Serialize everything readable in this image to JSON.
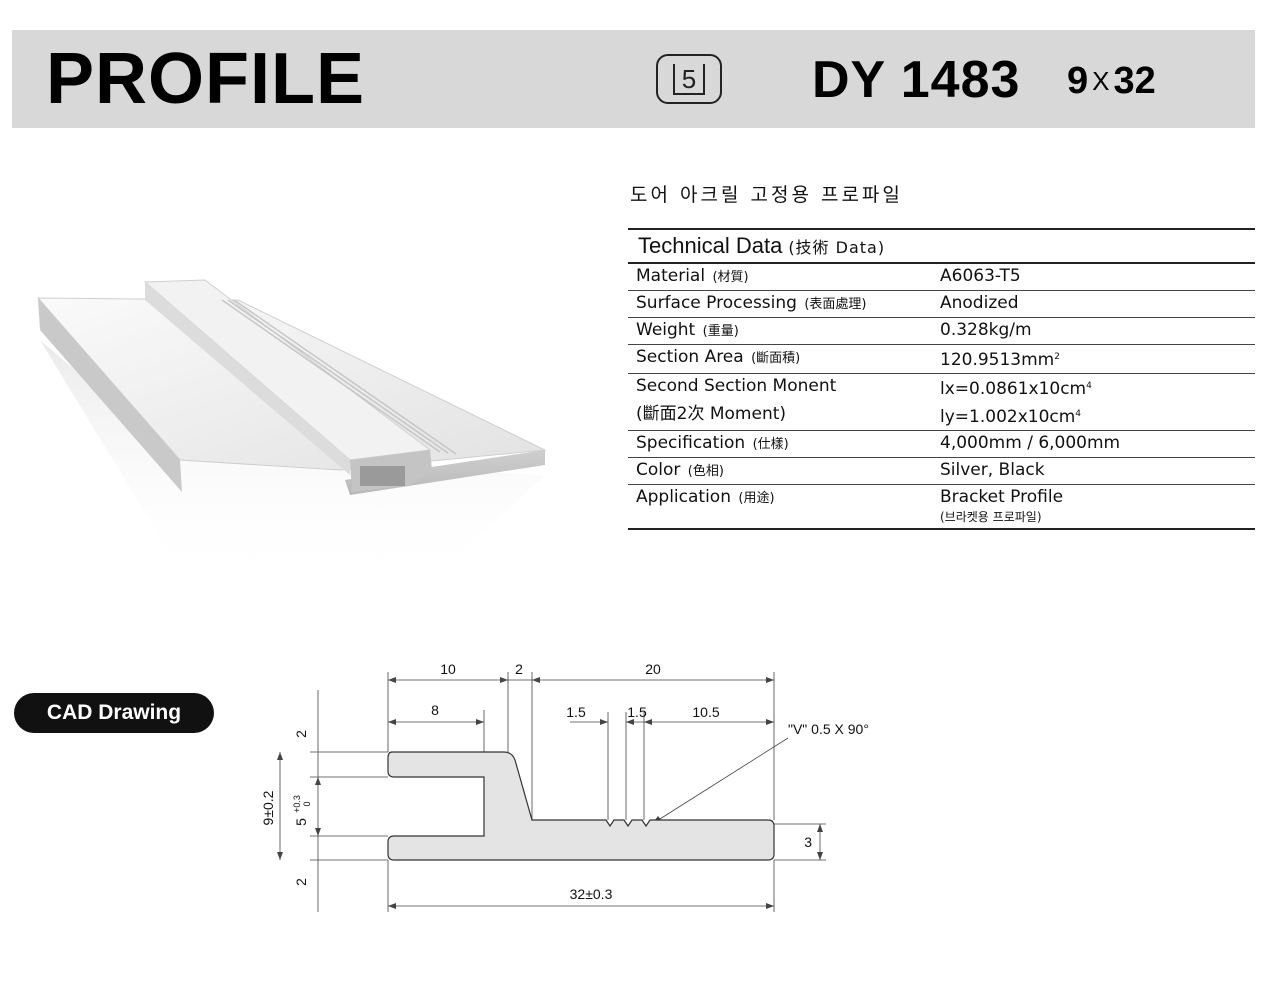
{
  "header": {
    "title": "PROFILE",
    "model": "DY 1483",
    "size_a": "9",
    "size_x": "X",
    "size_b": "32",
    "symbol_digit": "5"
  },
  "subtitle": "도어 아크릴 고정용 프로파일",
  "tech": {
    "heading": "Technical Data",
    "heading_sub": "(技術  Data)",
    "rows": [
      {
        "k": "Material",
        "kc": "(材質)",
        "v": "A6063-T5"
      },
      {
        "k": "Surface Processing",
        "kc": "(表面處理)",
        "v": "Anodized"
      },
      {
        "k": "Weight",
        "kc": "(重量)",
        "v": "0.328kg/m"
      },
      {
        "k": "Section Area",
        "kc": "(斷面積)",
        "v": "120.9513mm",
        "sup": "2"
      },
      {
        "k": "Second Section Monent",
        "kc": "",
        "v": "lx=0.0861x10cm",
        "sup": "4"
      },
      {
        "k": "(斷面2次 Moment)",
        "kc": "",
        "v": "ly=1.002x10cm",
        "sup": "4"
      },
      {
        "k": "Specification",
        "kc": "(仕樣)",
        "v": "4,000mm / 6,000mm"
      },
      {
        "k": "Color",
        "kc": "(色相)",
        "v": "Silver, Black"
      },
      {
        "k": "Application",
        "kc": "(用途)",
        "v": "Bracket Profile",
        "note": "(브라켓용 프로파일)"
      }
    ]
  },
  "cad": {
    "label": "CAD Drawing",
    "dims": {
      "d10": "10",
      "d2": "2",
      "d20": "20",
      "d8": "8",
      "d15a": "1.5",
      "d15b": "1.5",
      "d105": "10.5",
      "vnote": "\"V\" 0.5 X 90°",
      "d32": "32±0.3",
      "d3": "3",
      "h2top": "2",
      "h2bot": "2",
      "h9": "9±0.2",
      "h5": "5",
      "h5tolp": "+0.3",
      "h5tolm": "0"
    }
  },
  "colors": {
    "header_bg": "#d8d8d8",
    "pill_bg": "#111111",
    "profile_fill": "#e4e4e4"
  }
}
